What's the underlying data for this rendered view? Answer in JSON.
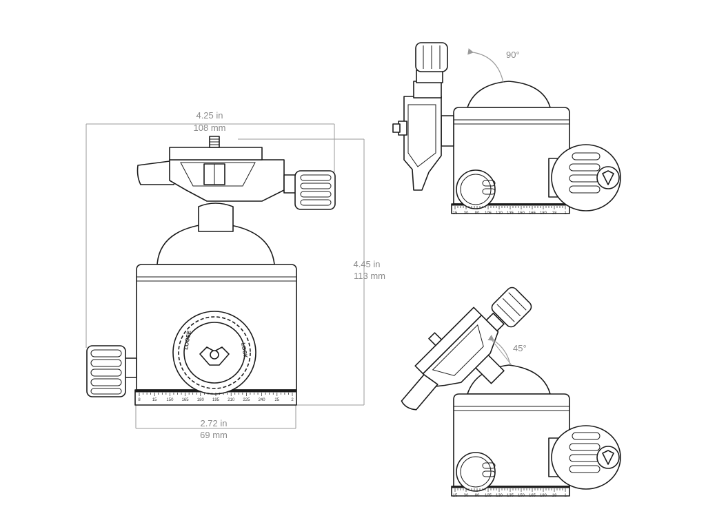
{
  "dimensions": {
    "width_in": "4.25 in",
    "width_mm": "108 mm",
    "height_in": "4.45 in",
    "height_mm": "113 mm",
    "base_in": "2.72 in",
    "base_mm": "69 mm"
  },
  "angles": {
    "upper": "90°",
    "lower": "45°"
  },
  "knob_labels": {
    "loose": "LOOSE",
    "lock": "LOCK"
  },
  "main_scale": [
    "8",
    "15",
    "150",
    "165",
    "180",
    "195",
    "210",
    "225",
    "240",
    "25",
    "2"
  ],
  "side_scale": [
    "15",
    "30",
    "90",
    "105",
    "120",
    "135",
    "150",
    "165",
    "180",
    "18",
    "1"
  ],
  "colors": {
    "line": "#1a1a1a",
    "dimension": "#8a8a8a"
  }
}
